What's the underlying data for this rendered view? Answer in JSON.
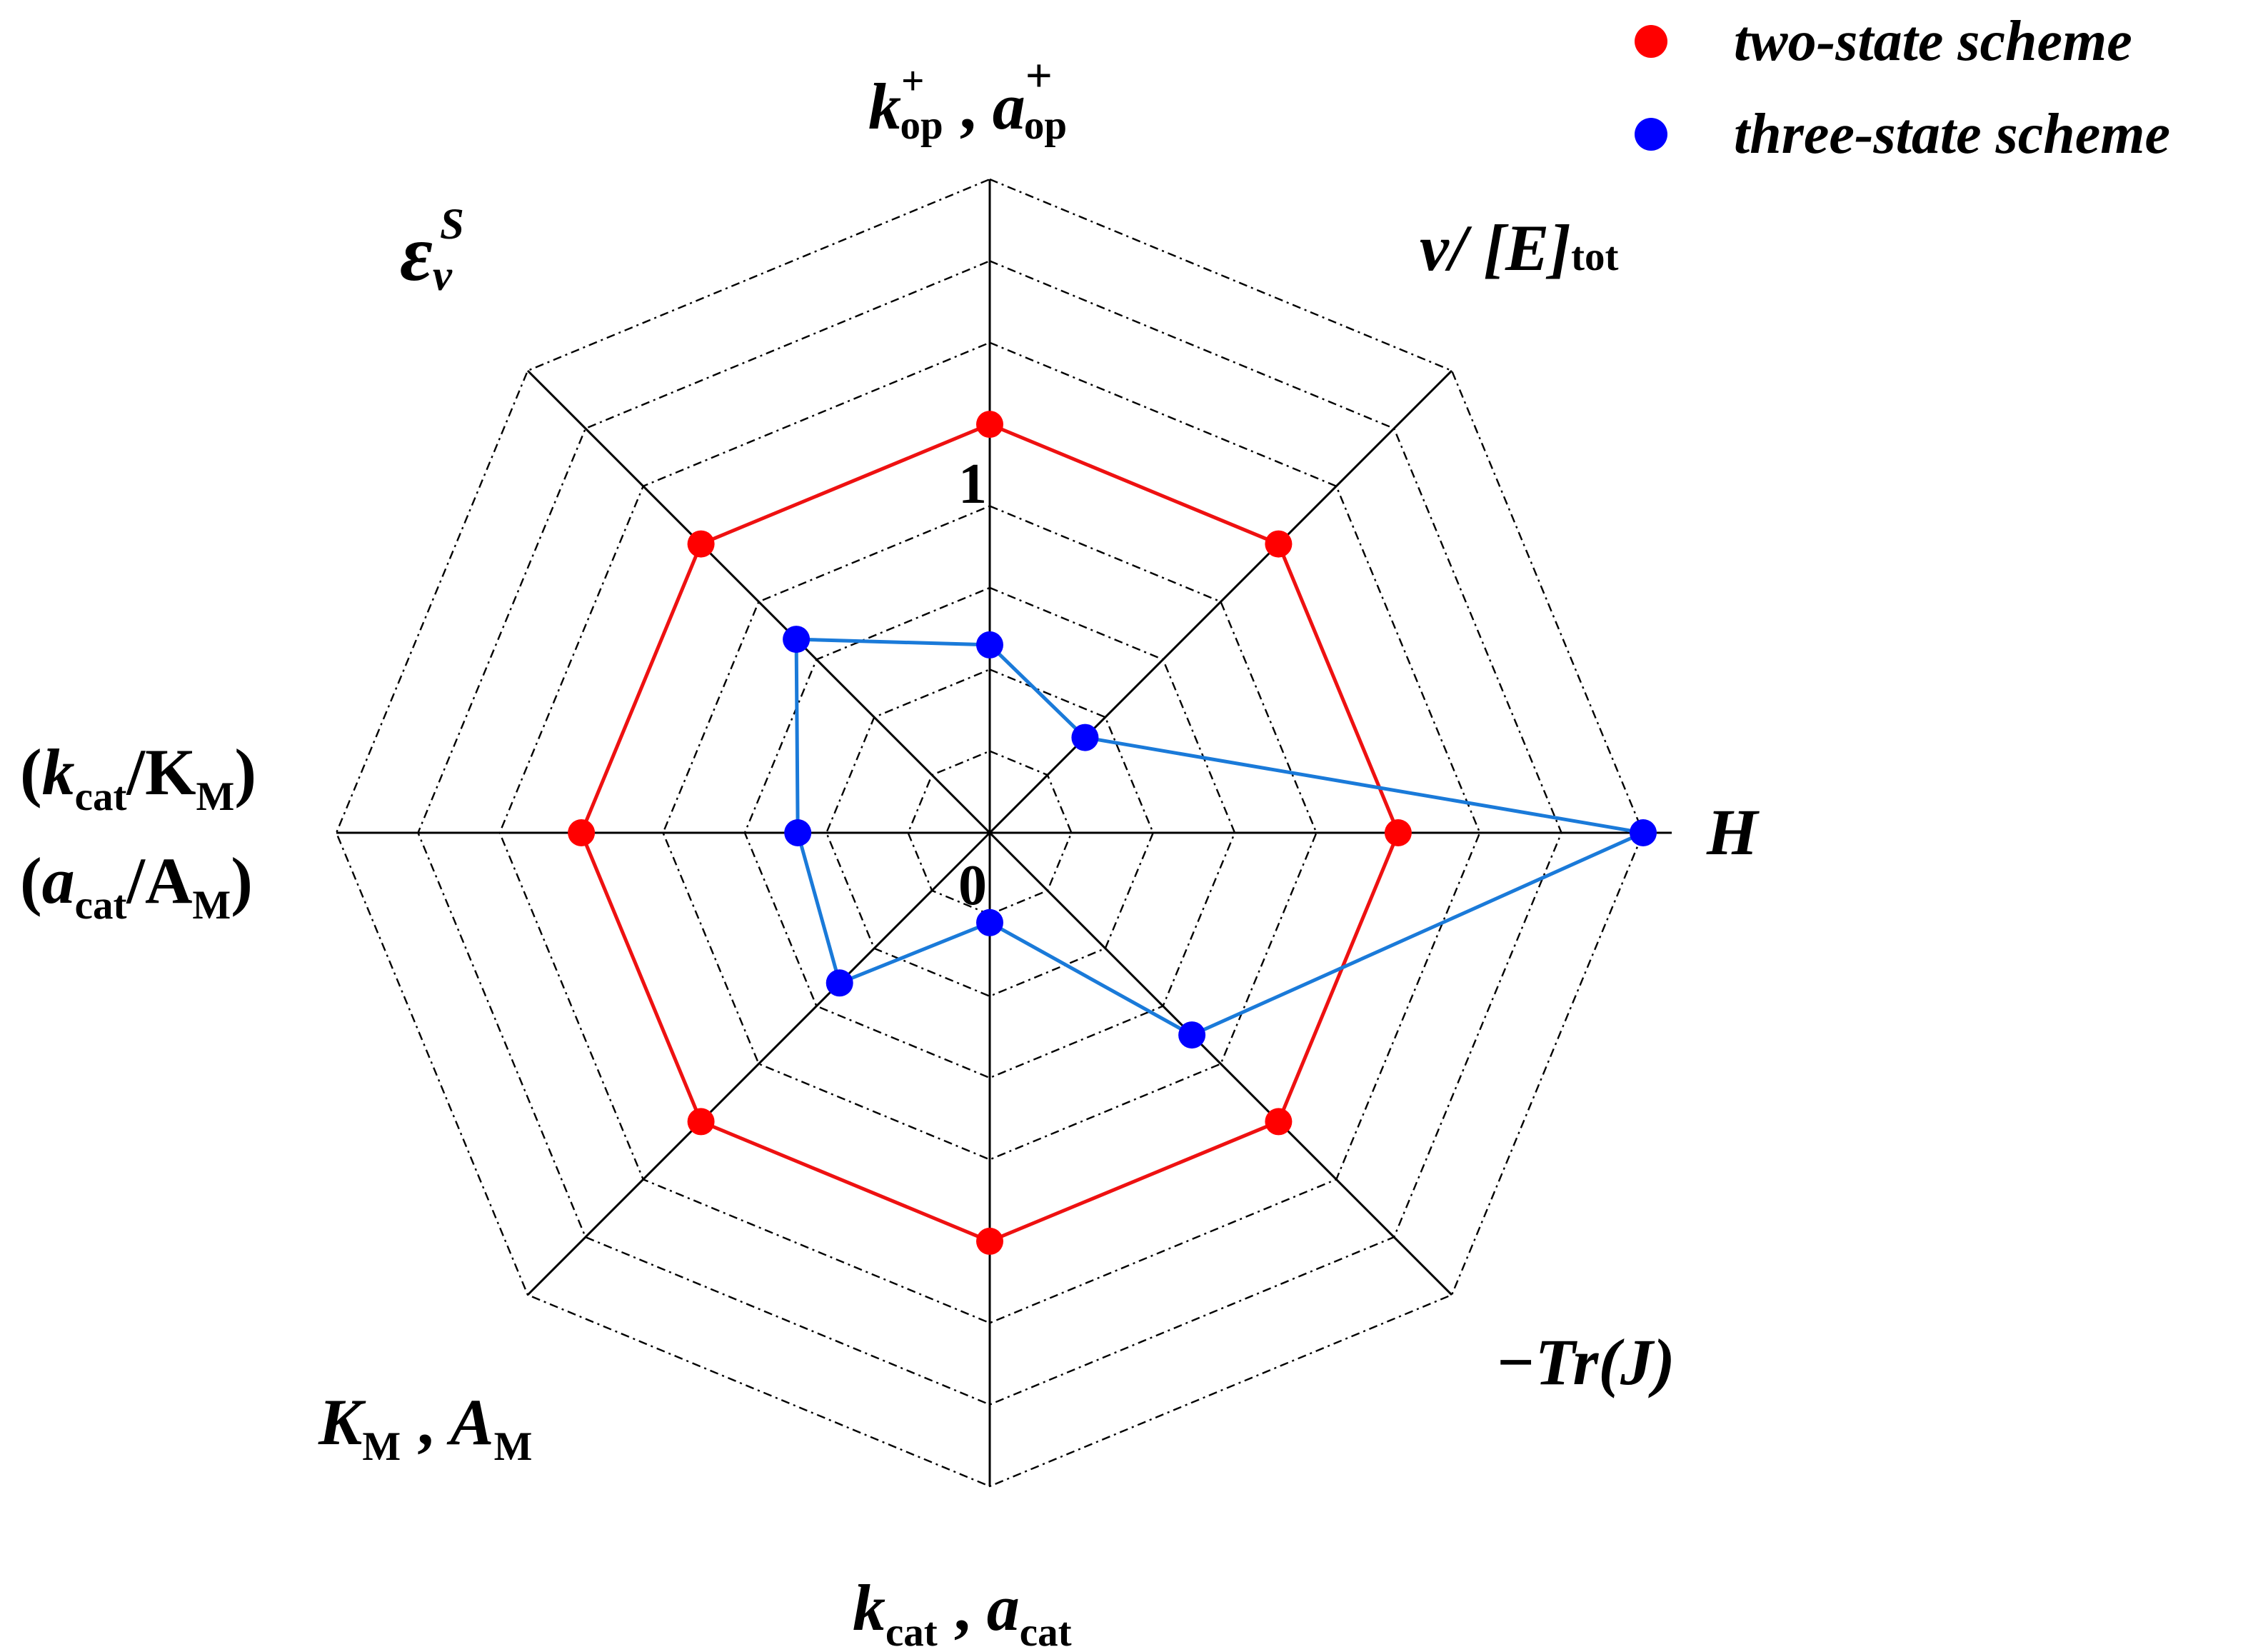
{
  "chart_data": {
    "type": "radar",
    "axes": [
      {
        "label": "k+op , a+op",
        "display": {
          "main": "k",
          "sup": "+",
          "sub": "op",
          "sep": " , ",
          "main2": "a",
          "sup2": "+",
          "sub2": "op"
        }
      },
      {
        "label": "v/ [E]tot",
        "display": {
          "main": "v/ [E]",
          "sub": "tot"
        }
      },
      {
        "label": "H",
        "display": {
          "main": "H"
        }
      },
      {
        "label": "−Tr(J)",
        "display": {
          "main": "−Tr(J)"
        }
      },
      {
        "label": "kcat , acat",
        "display": {
          "main": "k",
          "sub": "cat",
          "sep": " , ",
          "main2": "a",
          "sub2": "cat"
        }
      },
      {
        "label": "KM , AM",
        "display": {
          "main": "K",
          "sub": "M",
          "sep": " , ",
          "main2": "A",
          "sub2": "M"
        }
      },
      {
        "label": "(kcat/KM) (acat/AM)",
        "display": {
          "line1": "(kcat/KM)",
          "line2": "(acat/AM)"
        }
      },
      {
        "label": "εvS",
        "display": {
          "main": "ε",
          "sup": "S",
          "sub": "v"
        }
      }
    ],
    "rings": 8,
    "range": [
      0,
      1.6
    ],
    "ticks": [
      {
        "value": 0,
        "label": "0"
      },
      {
        "value": 1,
        "label": "1"
      }
    ],
    "series": [
      {
        "name": "two-state scheme",
        "color": "#ff0000",
        "line_color": "#ee1111",
        "values": [
          1.0,
          1.0,
          1.0,
          1.0,
          1.0,
          1.0,
          1.0,
          1.0
        ]
      },
      {
        "name": "three-state scheme",
        "color": "#0000ff",
        "line_color": "#1a7ad9",
        "values": [
          0.46,
          0.33,
          1.6,
          0.7,
          0.22,
          0.52,
          0.47,
          0.67
        ]
      }
    ],
    "legend_position": "top-right",
    "grid": true
  }
}
